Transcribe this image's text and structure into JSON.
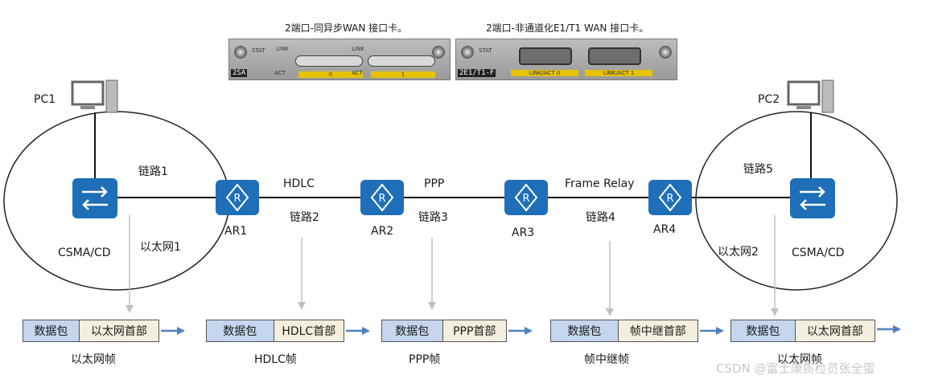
{
  "cards": [
    {
      "title": "2端口-同异步WAN 接口卡。",
      "tag": "2SA",
      "stat": "STAT",
      "link": "LINK",
      "act": "ACT",
      "port0": "0",
      "port1": "1"
    },
    {
      "title": "2端口-非通道化E1/T1 WAN 接口卡。",
      "tag": "2E1/T1-F",
      "stat": "STAT",
      "port0": "LINK/ACT 0",
      "port1": "LINK/ACT 1"
    }
  ],
  "hosts": {
    "pc1": "PC1",
    "pc2": "PC2"
  },
  "routers": [
    "AR1",
    "AR2",
    "AR3",
    "AR4"
  ],
  "networks": {
    "left": {
      "medium": "CSMA/CD",
      "name": "以太网1"
    },
    "right": {
      "medium": "CSMA/CD",
      "name": "以太网2"
    }
  },
  "links": [
    {
      "name": "链路1",
      "protocol": ""
    },
    {
      "name": "链路2",
      "protocol": "HDLC"
    },
    {
      "name": "链路3",
      "protocol": "PPP"
    },
    {
      "name": "链路4",
      "protocol": "Frame Relay"
    },
    {
      "name": "链路5",
      "protocol": ""
    }
  ],
  "frames": [
    {
      "payload": "数据包",
      "header": "以太网首部",
      "caption": "以太网帧"
    },
    {
      "payload": "数据包",
      "header": "HDLC首部",
      "caption": "HDLC帧"
    },
    {
      "payload": "数据包",
      "header": "PPP首部",
      "caption": "PPP帧"
    },
    {
      "payload": "数据包",
      "header": "帧中继首部",
      "caption": "帧中继帧"
    },
    {
      "payload": "数据包",
      "header": "以太网首部",
      "caption": "以太网帧"
    }
  ],
  "watermark": "CSDN @富士康质检员张全蛋",
  "colors": {
    "device": "#1e6fb8",
    "payload": "#c5d6ee",
    "header": "#f3eedd",
    "arrow": "#4f81bd",
    "pointer": "#c0c0c0"
  }
}
